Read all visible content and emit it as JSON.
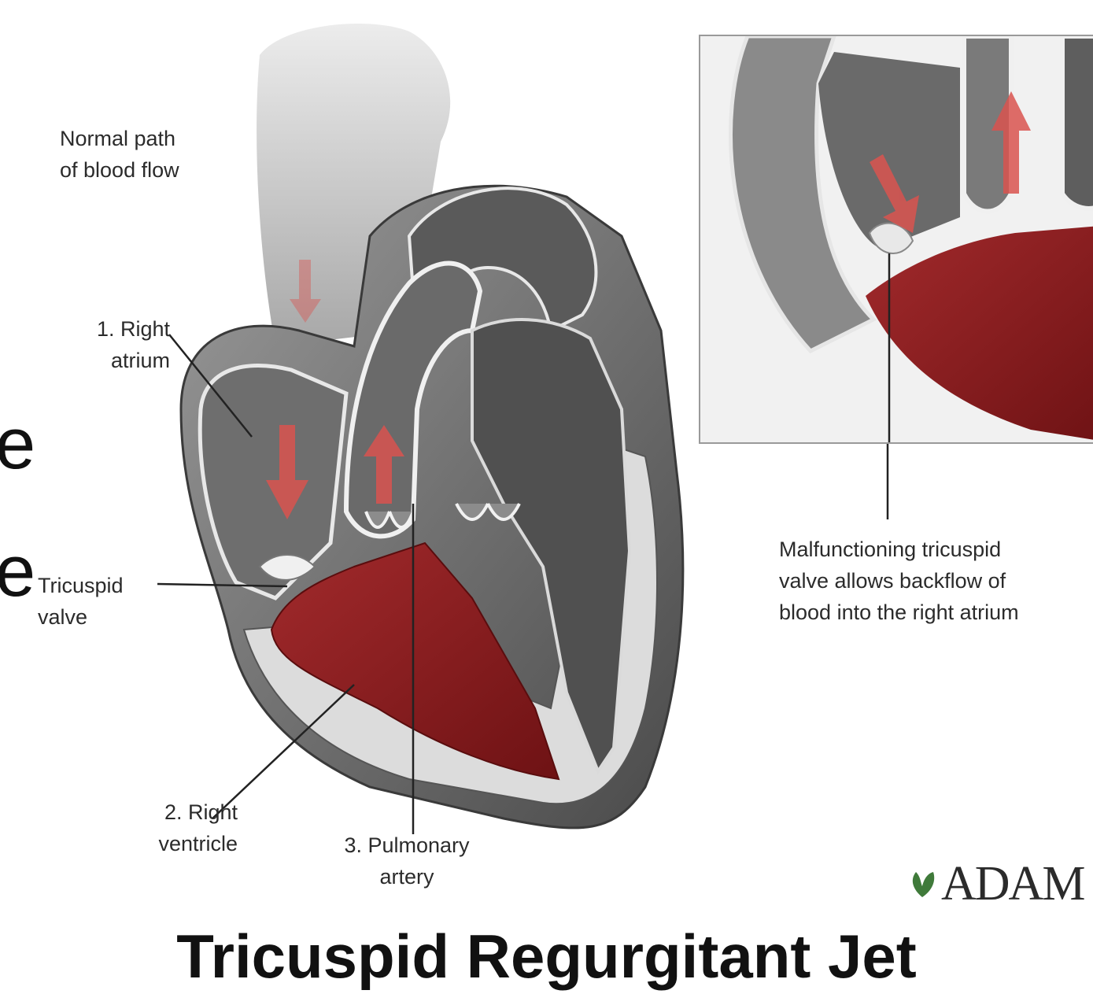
{
  "slide": {
    "left_fragment_1": "e",
    "left_fragment_2": "e",
    "caption": "Tricuspid Regurgitant Jet"
  },
  "labels": {
    "normal_path": "Normal path\nof blood flow",
    "right_atrium": "1. Right\natrium",
    "tricuspid_valve": "Tricuspid\nvalve",
    "right_ventricle": "2. Right\nventricle",
    "pulmonary_artery": "3. Pulmonary\nartery",
    "malfunction": "Malfunctioning tricuspid\nvalve allows backflow of\nblood into the right atrium"
  },
  "logo": {
    "text": "ADAM"
  },
  "colors": {
    "muscle": "#8e1d1f",
    "arrow": "#d9534f",
    "tissue": "#7a7a7a",
    "background": "#ffffff"
  }
}
